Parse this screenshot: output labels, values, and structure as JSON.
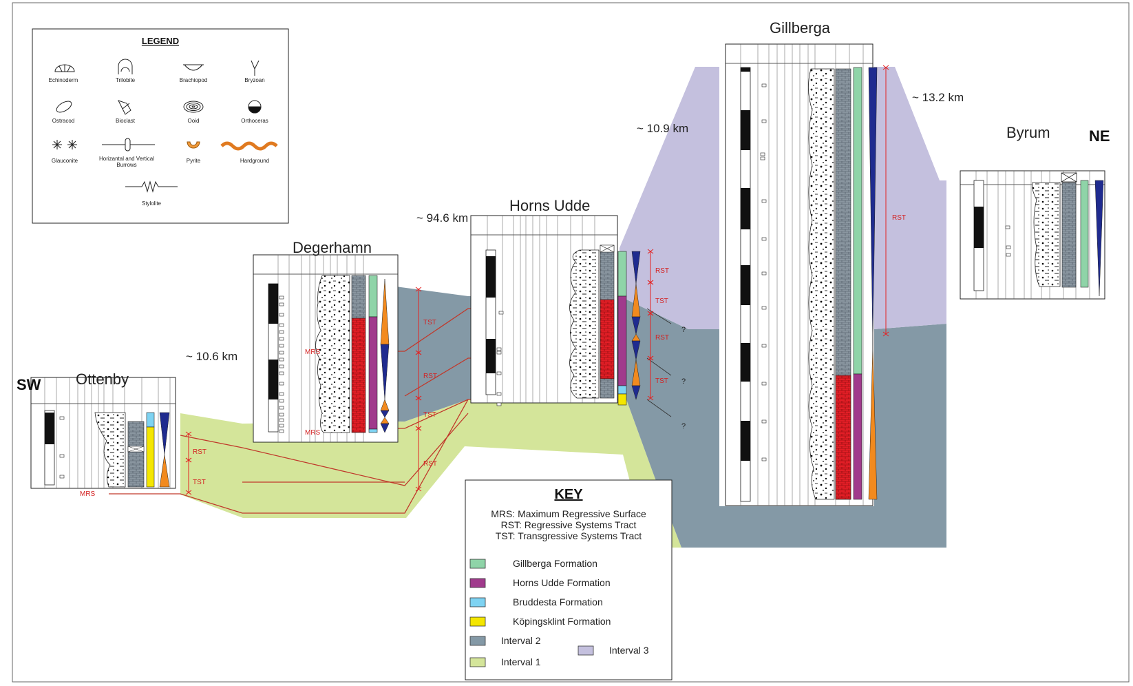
{
  "directions": {
    "left": "SW",
    "right": "NE"
  },
  "sites": [
    {
      "id": "ottenby",
      "name": "Ottenby"
    },
    {
      "id": "degerhamn",
      "name": "Degerhamn"
    },
    {
      "id": "horns_udde",
      "name": "Horns Udde"
    },
    {
      "id": "gillberga",
      "name": "Gillberga"
    },
    {
      "id": "byrum",
      "name": "Byrum"
    }
  ],
  "distances": [
    "~ 10.6 km",
    "~ 94.6 km",
    "~ 10.9 km",
    "~ 13.2 km"
  ],
  "legend": {
    "title": "LEGEND",
    "items": [
      "Echinoderm",
      "Trilobite",
      "Brachiopod",
      "Bryzoan",
      "Ostracod",
      "Bioclast",
      "Ooid",
      "Orthoceras",
      "Glauconite",
      "Horizantal and Vertical Burrows",
      "Pyrite",
      "Hardground",
      "Stylolite"
    ]
  },
  "key": {
    "title": "KEY",
    "definitions": [
      "MRS: Maximum Regressive Surface",
      "RST: Regressive Systems Tract",
      "TST: Transgressive Systems Tract"
    ],
    "formations": [
      {
        "label": "Gillberga Formation",
        "color": "#8fd4a8"
      },
      {
        "label": "Horns Udde Formation",
        "color": "#a03a8c"
      },
      {
        "label": "Bruddesta Formation",
        "color": "#7ed3f2"
      },
      {
        "label": "Köpingsklint Formation",
        "color": "#f4e600"
      },
      {
        "label": "Interval 2",
        "color": "#8499a6"
      },
      {
        "label": "Interval 1",
        "color": "#d4e59a"
      },
      {
        "label": "Interval 3",
        "color": "#c4c0de"
      }
    ]
  },
  "tracts": {
    "rst": "RST",
    "tst": "TST",
    "mrs": "MRS",
    "unknown": "?"
  },
  "colors": {
    "interval1": "#d4e59a",
    "interval2": "#8499a6",
    "interval3": "#c4c0de",
    "red_line": "#c0392b",
    "red_marker": "#e32222",
    "lithology_red": "#e21e26",
    "lithology_grey": "#7c8790",
    "triangle_blue": "#1f2b8f",
    "triangle_orange": "#f28a1e"
  }
}
